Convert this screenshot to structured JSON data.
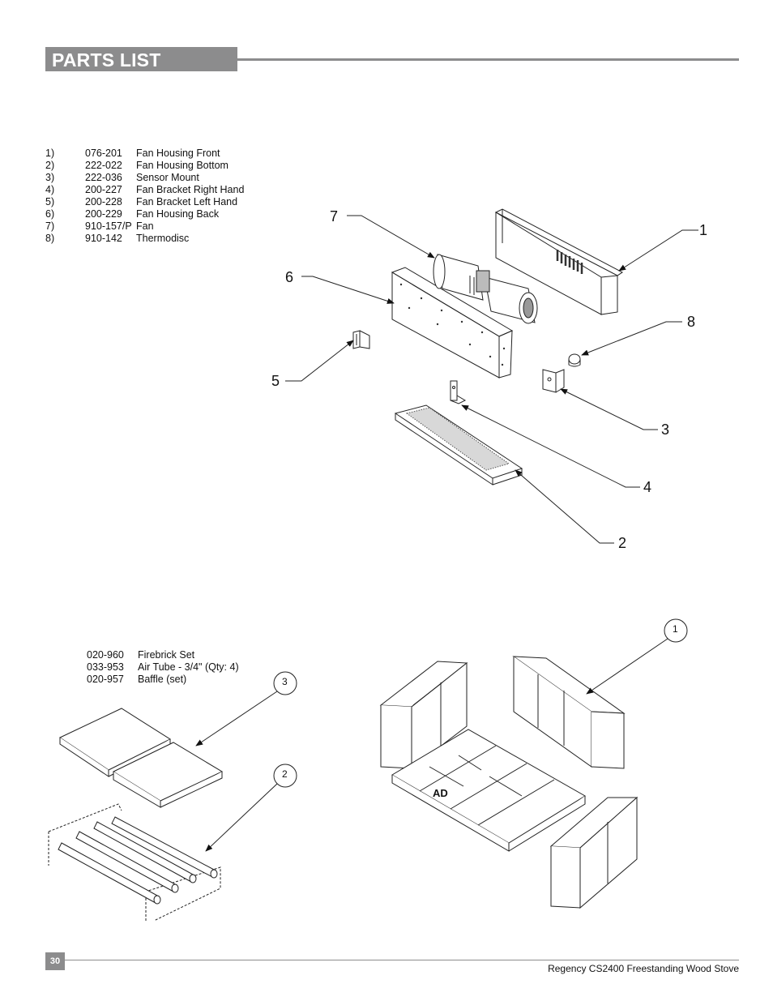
{
  "header": {
    "title": "PARTS LIST"
  },
  "fan_parts": [
    {
      "num": "1)",
      "part": "076-201",
      "desc": "Fan Housing Front"
    },
    {
      "num": "2)",
      "part": "222-022",
      "desc": "Fan Housing Bottom"
    },
    {
      "num": "3)",
      "part": "222-036",
      "desc": "Sensor Mount"
    },
    {
      "num": "4)",
      "part": "200-227",
      "desc": "Fan Bracket Right Hand"
    },
    {
      "num": "5)",
      "part": "200-228",
      "desc": "Fan Bracket Left Hand"
    },
    {
      "num": "6)",
      "part": "200-229",
      "desc": "Fan Housing Back"
    },
    {
      "num": "7)",
      "part": "910-157/P",
      "desc": "Fan"
    },
    {
      "num": "8)",
      "part": "910-142",
      "desc": "Thermodisc"
    }
  ],
  "firebox_parts": [
    {
      "part": "020-960",
      "desc": "Firebrick Set"
    },
    {
      "part": "033-953",
      "desc": "Air Tube - 3/4\"  (Qty: 4)"
    },
    {
      "part": "020-957",
      "desc": "Baffle (set)"
    }
  ],
  "fan_callouts": {
    "c1": "1",
    "c2": "2",
    "c3": "3",
    "c4": "4",
    "c5": "5",
    "c6": "6",
    "c7": "7",
    "c8": "8"
  },
  "firebox_callouts": {
    "c1": "1",
    "c2": "2",
    "c3": "3"
  },
  "brick_label": "AD",
  "footer": {
    "page": "30",
    "product": "Regency CS2400  Freestanding Wood Stove"
  }
}
